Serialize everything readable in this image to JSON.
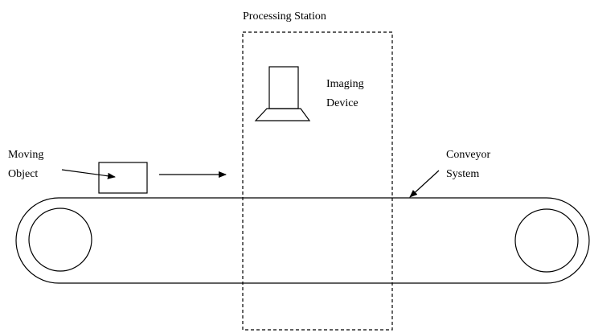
{
  "labels": {
    "processing_station": "Processing Station",
    "imaging_line1": "Imaging",
    "imaging_line2": "Device",
    "moving_line1": "Moving",
    "moving_line2": "Object",
    "conveyor_line1": "Conveyor",
    "conveyor_line2": "System"
  }
}
